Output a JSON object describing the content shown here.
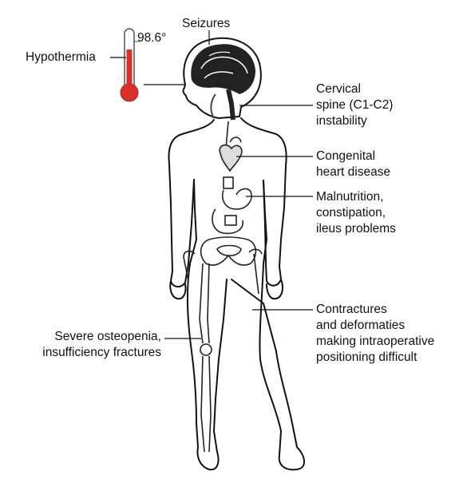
{
  "labels": {
    "seizures": "Seizures",
    "temperature": "98.6°",
    "hypothermia": "Hypothermia",
    "cervical": [
      "Cervical",
      "spine (C1-C2)",
      "instability"
    ],
    "heart": [
      "Congenital",
      "heart disease"
    ],
    "malnutrition": [
      "Malnutrition,",
      "constipation,",
      "ileus problems"
    ],
    "contractures": [
      "Contractures",
      "and deformaties",
      "making intraoperative",
      "positioning difficult"
    ],
    "osteopenia": [
      "Severe osteopenia,",
      "insufficiency fractures"
    ]
  },
  "colors": {
    "mercury": "#d9302b",
    "line": "#111111"
  },
  "icons": {
    "thermometer": "thermometer-icon",
    "figure": "human-figure-icon"
  }
}
